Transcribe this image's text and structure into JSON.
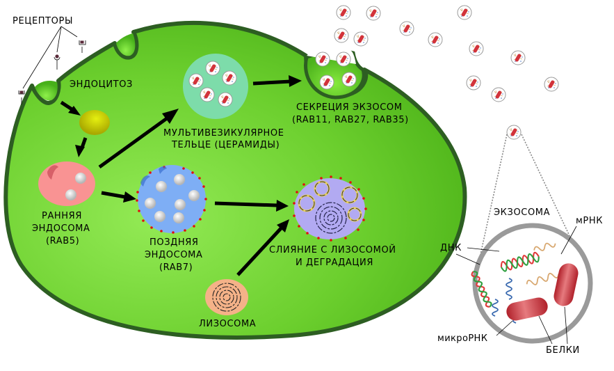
{
  "labels": {
    "receptors": "РЕЦЕПТОРЫ",
    "endocytosis": "ЭНДОЦИТОЗ",
    "mvb_line1": "МУЛЬТИВЕЗИКУЛЯРНОЕ",
    "mvb_line2": "ТЕЛЬЦЕ (ЦЕРАМИДЫ)",
    "secretion_line1": "СЕКРЕЦИЯ ЭКЗОСОМ",
    "secretion_line2": "(RAB11, RAB27, RAB35)",
    "early_line1": "РАННЯЯ",
    "early_line2": "ЭНДОСОМА",
    "early_line3": "(RAB5)",
    "late_line1": "ПОЗДНЯЯ",
    "late_line2": "ЭНДОСОМА",
    "late_line3": "(RAB7)",
    "fusion_line1": "СЛИЯНИЕ С ЛИЗОСОМОЙ",
    "fusion_line2": "И ДЕГРАДАЦИЯ",
    "lysosome": "ЛИЗОСОМА"
  },
  "exosome_detail": {
    "title": "ЭКЗОСОМА",
    "dna": "ДНК",
    "mrna": "мРНК",
    "microrna": "микроРНК",
    "proteins": "БЕЛКИ"
  },
  "colors": {
    "cell_fill": "#6cd12c",
    "cell_border": "#2d5e22",
    "mvb": "#7ddcaa",
    "early_endosome": "#f99393",
    "late_endosome": "#7eaef5",
    "fusion": "#b2aaf2",
    "lysosome": "#f5b288",
    "vesicle_yellow": "#c8c800",
    "protein": "#c8323a",
    "exosome_ring": "#9a9a9a"
  }
}
